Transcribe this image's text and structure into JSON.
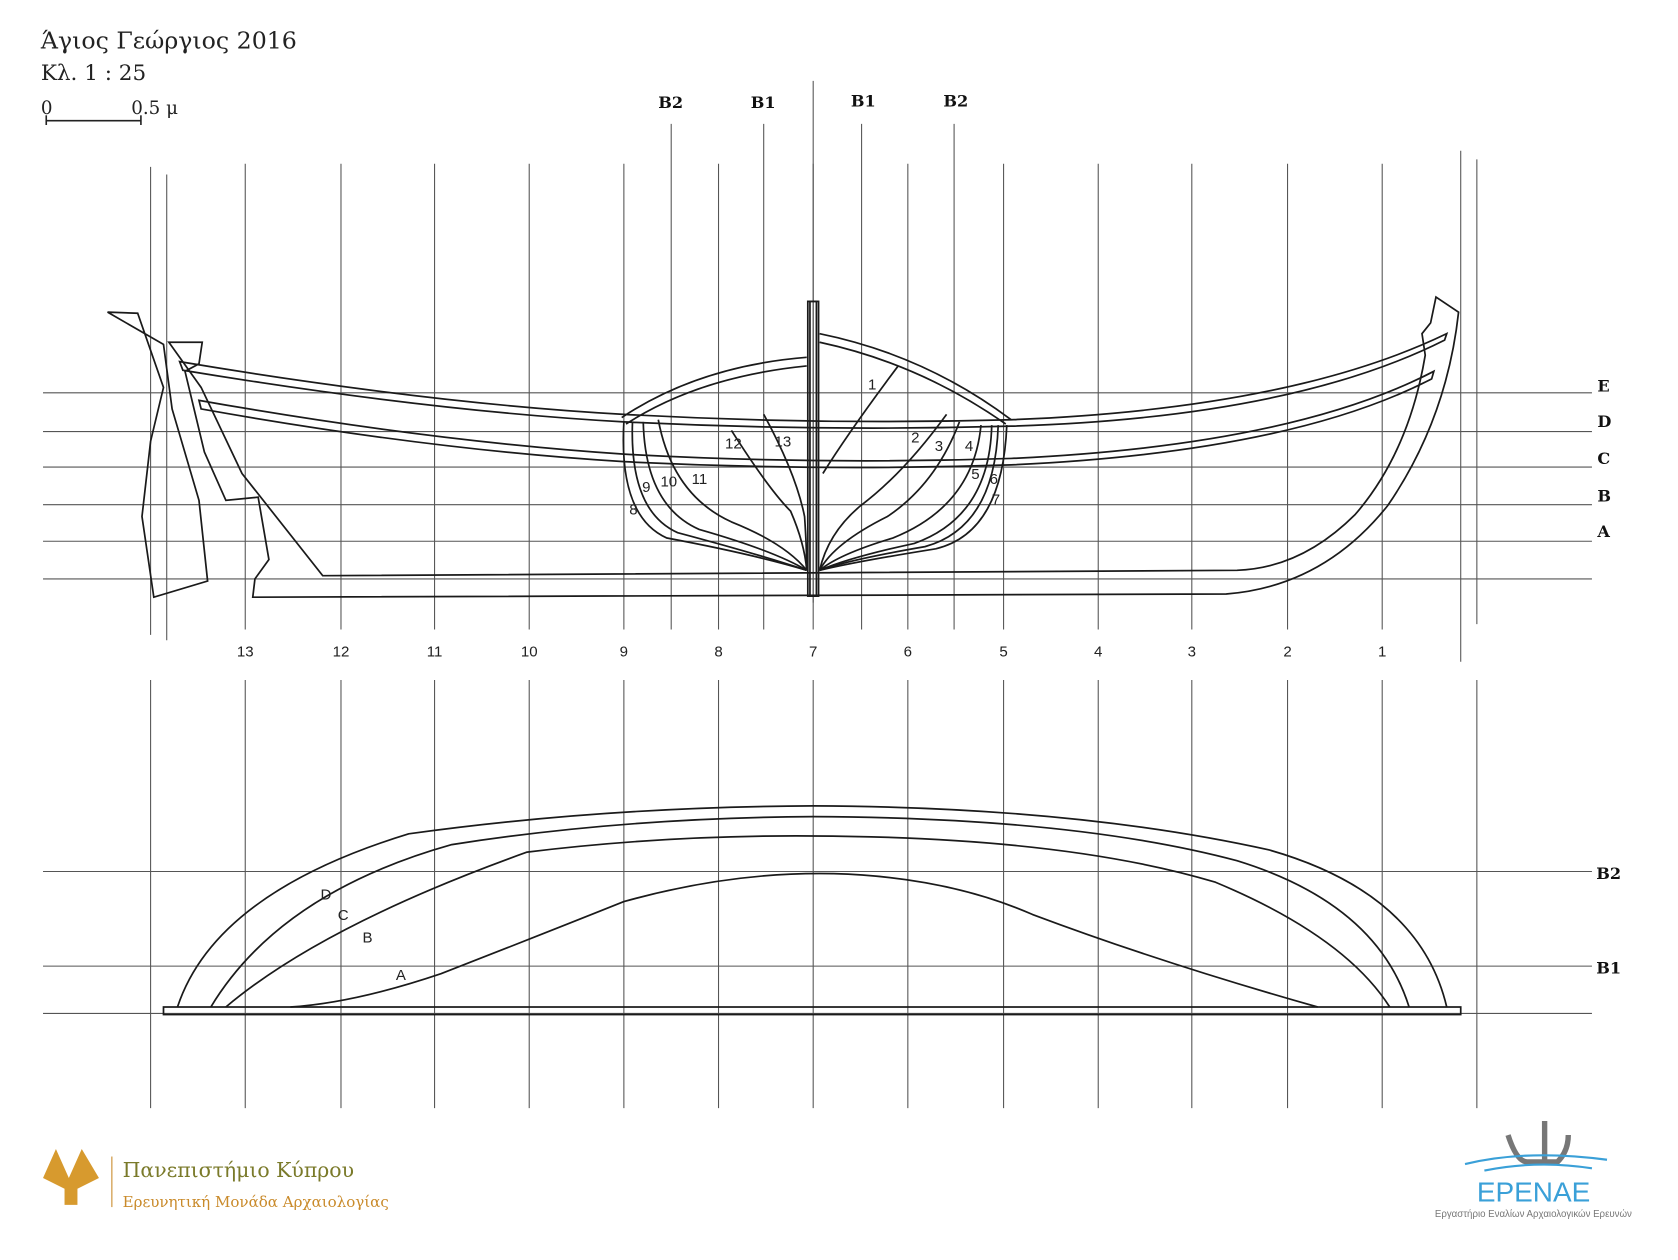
{
  "header": {
    "title": "Άγιος Γεώργιος 2016",
    "scale": "Κλ. 1 : 25",
    "scalebar_zero": "0",
    "scalebar_end": "0.5 μ"
  },
  "profile": {
    "section_labels_left": [
      "B2",
      "B1"
    ],
    "section_labels_right": [
      "B1",
      "B2"
    ],
    "waterlines": [
      "E",
      "D",
      "C",
      "B",
      "A"
    ],
    "stations": [
      "13",
      "12",
      "11",
      "10",
      "9",
      "8",
      "7",
      "6",
      "5",
      "4",
      "3",
      "2",
      "1"
    ],
    "body_plan_left": [
      "8",
      "9",
      "10",
      "11",
      "12",
      "13"
    ],
    "body_plan_right": [
      "1",
      "2",
      "3",
      "4",
      "5",
      "6",
      "7"
    ]
  },
  "plan": {
    "buttock_labels": [
      "B2",
      "B1"
    ],
    "waterline_labels": [
      "D",
      "C",
      "B",
      "A"
    ]
  },
  "footer": {
    "university_name": "Πανεπιστήμιο Κύπρου",
    "university_unit": "Ερευνητική Μονάδα Αρχαιολογίας",
    "lab_logo_text": "EPENAE",
    "lab_name": "Εργαστήριο Εναλίων Αρχαιολογικών Ερευνών",
    "colors": {
      "university_green": "#7a7a2a",
      "university_gold": "#c98a2a",
      "lab_blue": "#3aa0d8",
      "lab_grey": "#777777"
    }
  }
}
